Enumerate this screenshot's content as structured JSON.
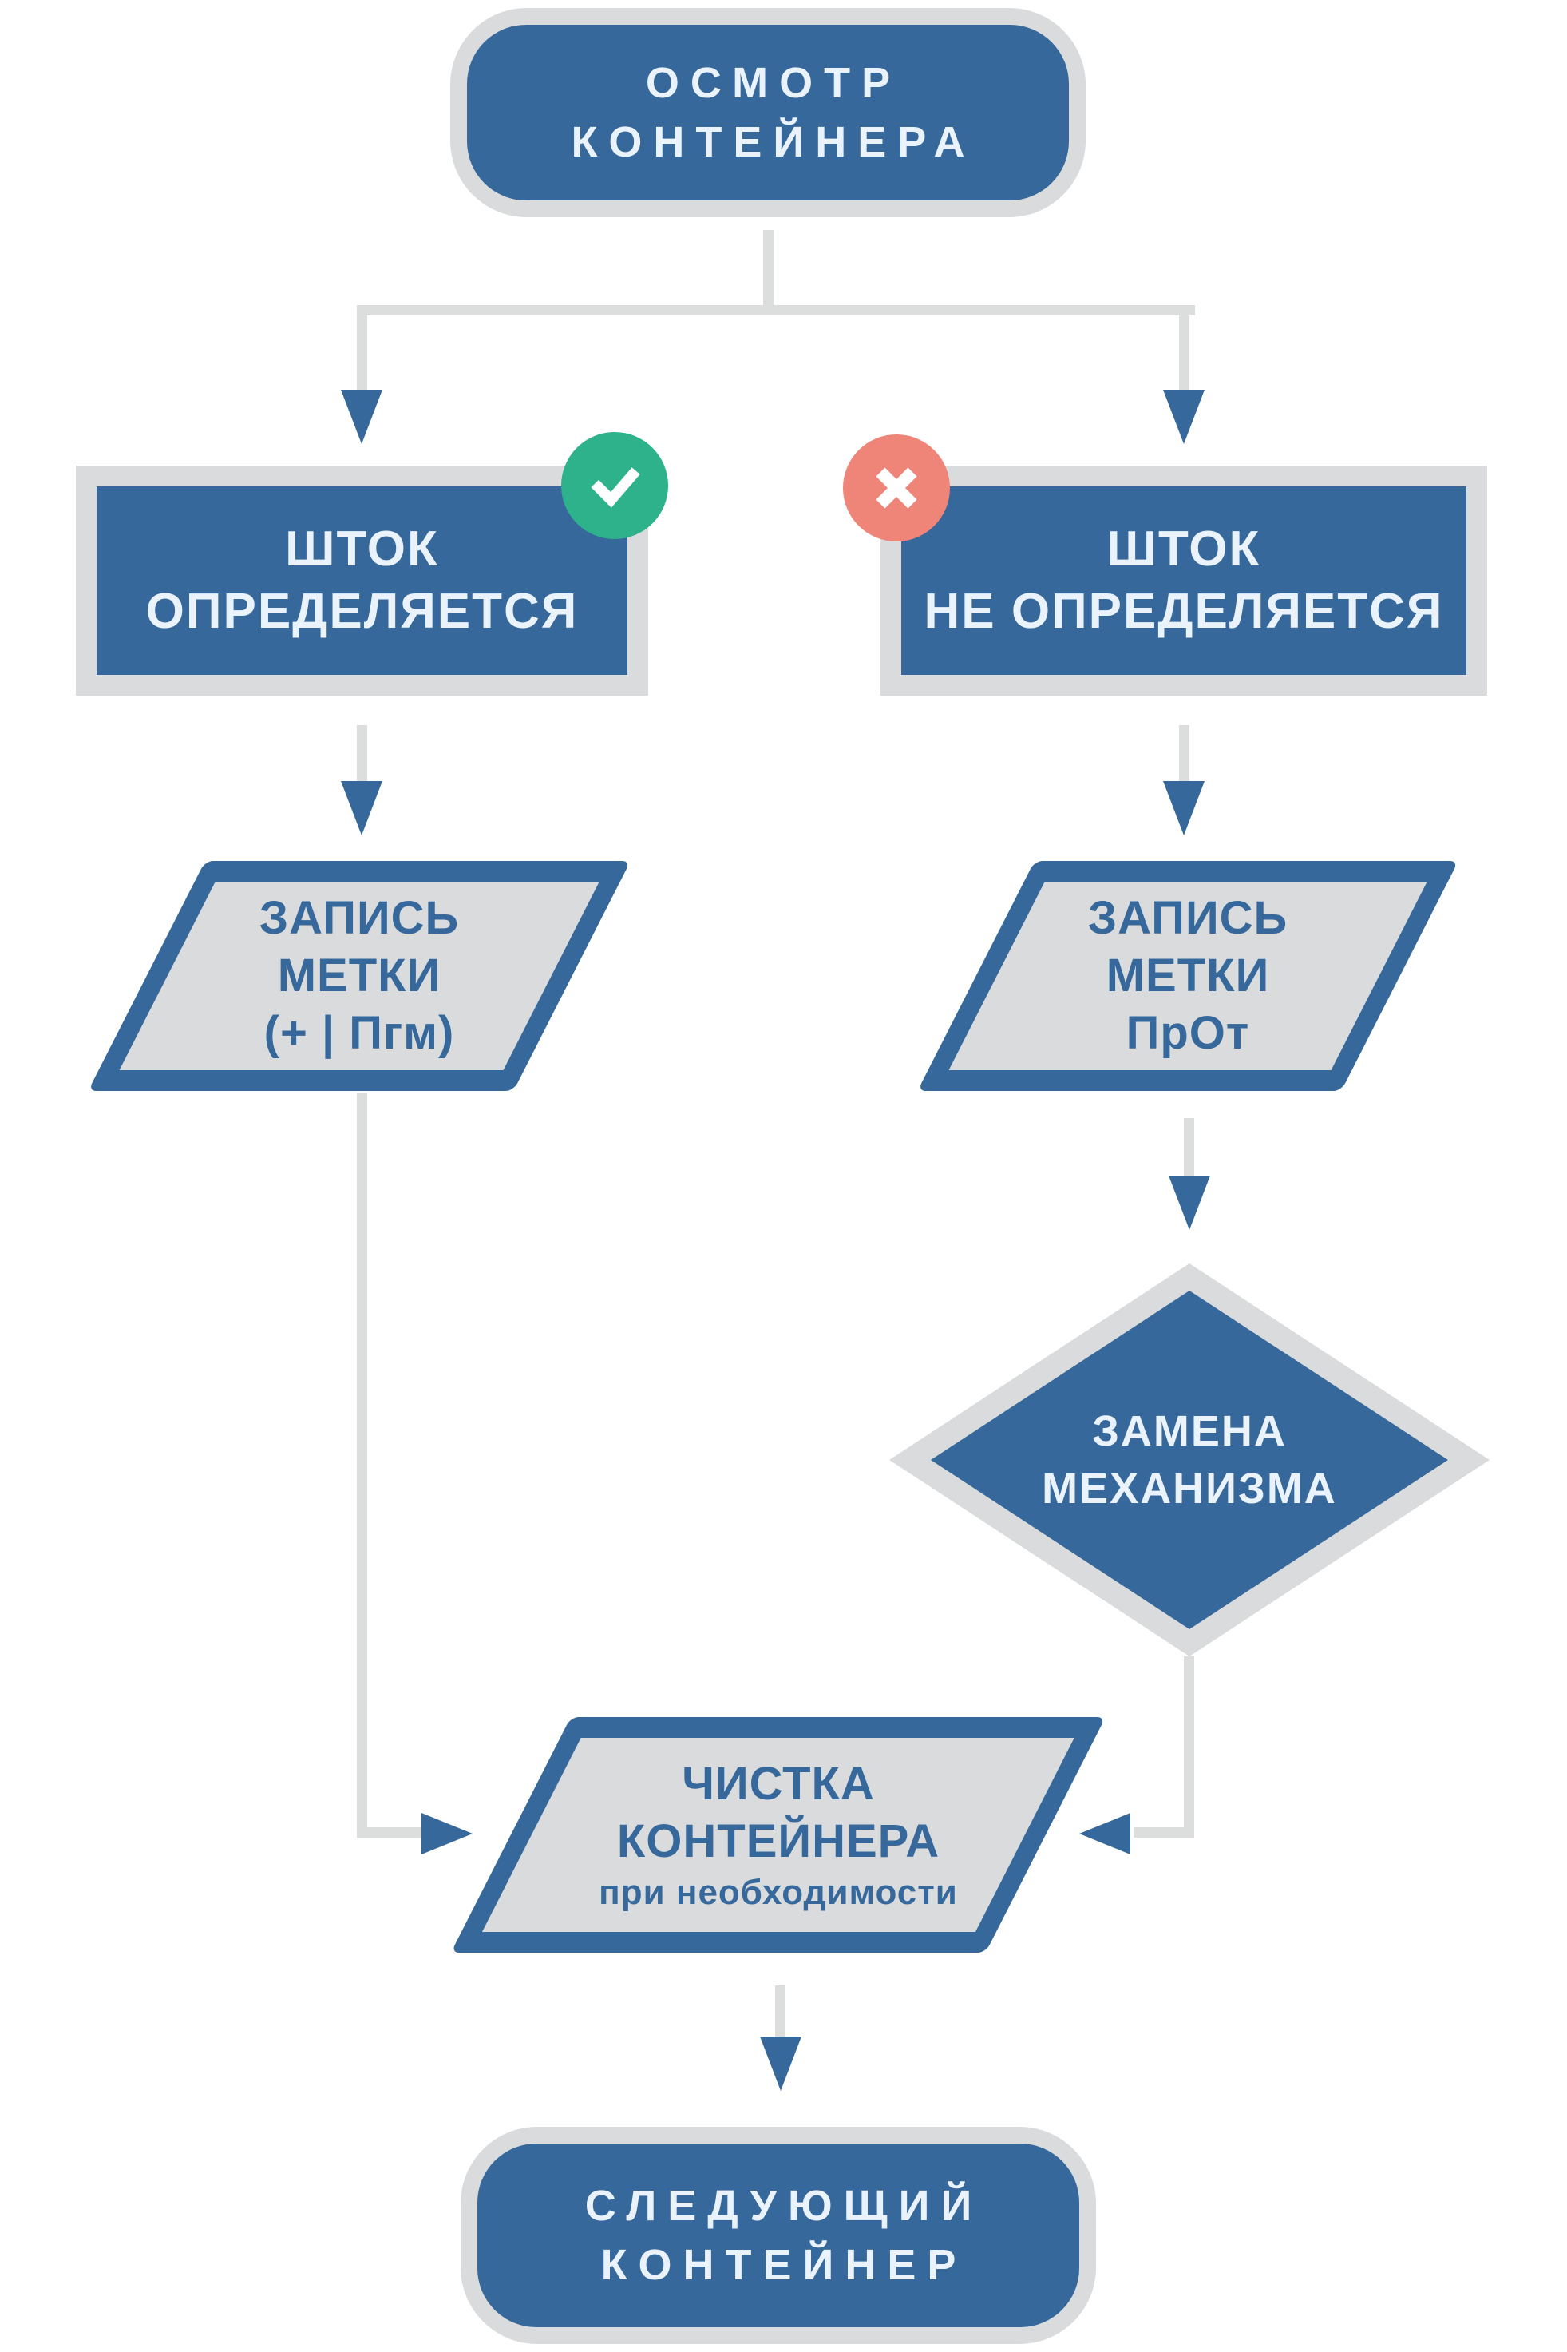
{
  "flowchart": {
    "language": "ru",
    "nodes": {
      "start": {
        "type": "terminal",
        "line1": "ОСМОТР",
        "line2": "КОНТЕЙНЕРА"
      },
      "rod_detected": {
        "type": "process",
        "line1": "ШТОК",
        "line2": "ОПРЕДЕЛЯЕТСЯ",
        "badge_icon": "check-icon"
      },
      "rod_not_detected": {
        "type": "process",
        "line1": "ШТОК",
        "line2": "НЕ ОПРЕДЕЛЯЕТСЯ",
        "badge_icon": "cross-icon"
      },
      "record_label_pgm": {
        "type": "input-output",
        "line1": "ЗАПИСЬ",
        "line2": "МЕТКИ",
        "line3": "(+ | Пгм)"
      },
      "record_label_prot": {
        "type": "input-output",
        "line1": "ЗАПИСЬ",
        "line2": "МЕТКИ",
        "line3": "ПрОт"
      },
      "replace_mechanism": {
        "type": "decision",
        "line1": "ЗАМЕНА",
        "line2": "МЕХАНИЗМА"
      },
      "clean_container": {
        "type": "input-output",
        "line1": "ЧИСТКА",
        "line2": "КОНТЕЙНЕРА",
        "line3": "при необходимости"
      },
      "next_container": {
        "type": "terminal",
        "line1": "СЛЕДУЮЩИЙ",
        "line2": "КОНТЕЙНЕР"
      }
    },
    "edges": [
      {
        "from": "start",
        "to": "rod_detected"
      },
      {
        "from": "start",
        "to": "rod_not_detected"
      },
      {
        "from": "rod_detected",
        "to": "record_label_pgm"
      },
      {
        "from": "rod_not_detected",
        "to": "record_label_prot"
      },
      {
        "from": "record_label_prot",
        "to": "replace_mechanism"
      },
      {
        "from": "record_label_pgm",
        "to": "clean_container"
      },
      {
        "from": "replace_mechanism",
        "to": "clean_container"
      },
      {
        "from": "clean_container",
        "to": "next_container"
      }
    ]
  },
  "colors": {
    "accent_blue": "#36689b",
    "shape_gray": "#d9dbdc",
    "connector_gray": "#dcdede",
    "success_green": "#2db28c",
    "error_red": "#ef8478",
    "text_on_blue": "#eaf3fb",
    "bg": "#ffffff"
  }
}
